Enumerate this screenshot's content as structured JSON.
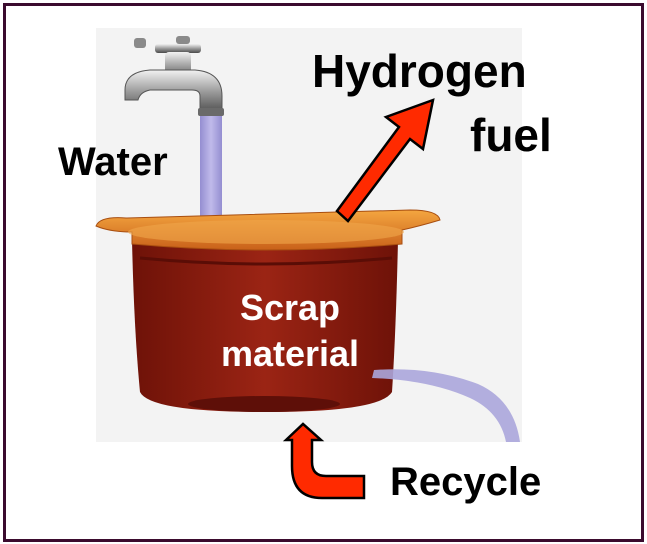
{
  "labels": {
    "water": "Water",
    "hydrogen": "Hydrogen",
    "fuel": "fuel",
    "scrap": "Scrap",
    "material": "material",
    "recycle": "Recycle"
  },
  "colors": {
    "frame": "#3b0b2e",
    "pot_liquid": "#8b1d12",
    "pot_rim": "#e38a1f",
    "water_stream": "#9c94d6",
    "arrow_fill": "#ff2a00",
    "arrow_stroke": "#000000",
    "label_text": "#000000",
    "pot_text": "#ffffff"
  },
  "icons": [
    "faucet-icon",
    "pot-icon",
    "hydrogen-arrow-icon",
    "recycle-arrow-icon"
  ]
}
